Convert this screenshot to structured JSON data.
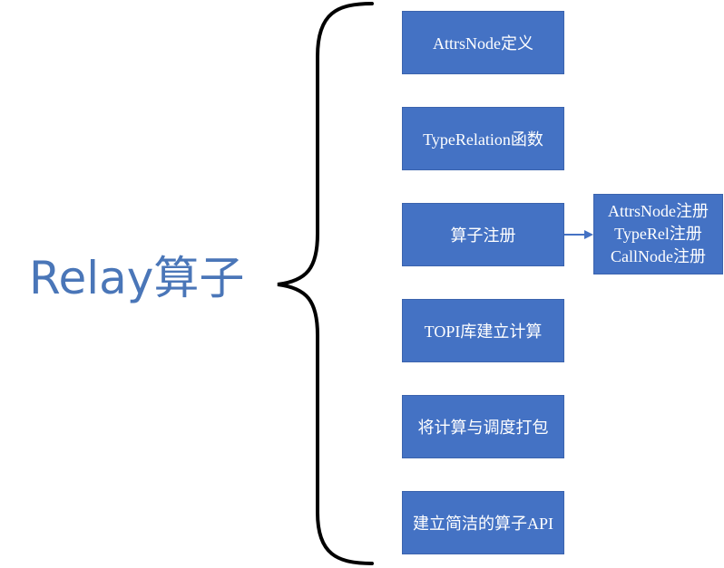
{
  "title": "Relay算子",
  "steps": [
    "AttrsNode定义",
    "TypeRelation函数",
    "算子注册",
    "TOPI库建立计算",
    "将计算与调度打包",
    "建立简洁的算子API"
  ],
  "registration_details": [
    "AttrsNode注册",
    "TypeRel注册",
    "CallNode注册"
  ],
  "colors": {
    "box_fill": "#4472c4",
    "title_text": "#4a76b8",
    "brace": "#000000",
    "arrow": "#4472c4"
  }
}
